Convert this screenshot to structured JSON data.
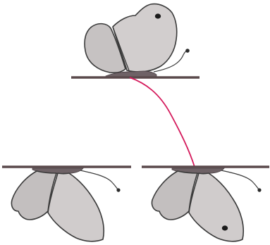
{
  "diagram": {
    "colors": {
      "wing_fill": "#cfcbcb",
      "wing_shade": "#bdb8b8",
      "body": "#6e6266",
      "surface_line": "#5a4a4c",
      "connector": "#d4185a",
      "wing_spot": "#1a1a1a"
    },
    "figures": [
      {
        "id": "top",
        "orientation": "upright",
        "spot": true,
        "description_icon": "butterfly-on-top-surface"
      },
      {
        "id": "bottom-left",
        "orientation": "hanging",
        "spot": false,
        "description_icon": "butterfly-under-surface"
      },
      {
        "id": "bottom-right",
        "orientation": "hanging",
        "spot": true,
        "description_icon": "butterfly-under-surface"
      }
    ],
    "connector": {
      "from": "top",
      "to": "bottom-right",
      "style": "curve"
    }
  }
}
